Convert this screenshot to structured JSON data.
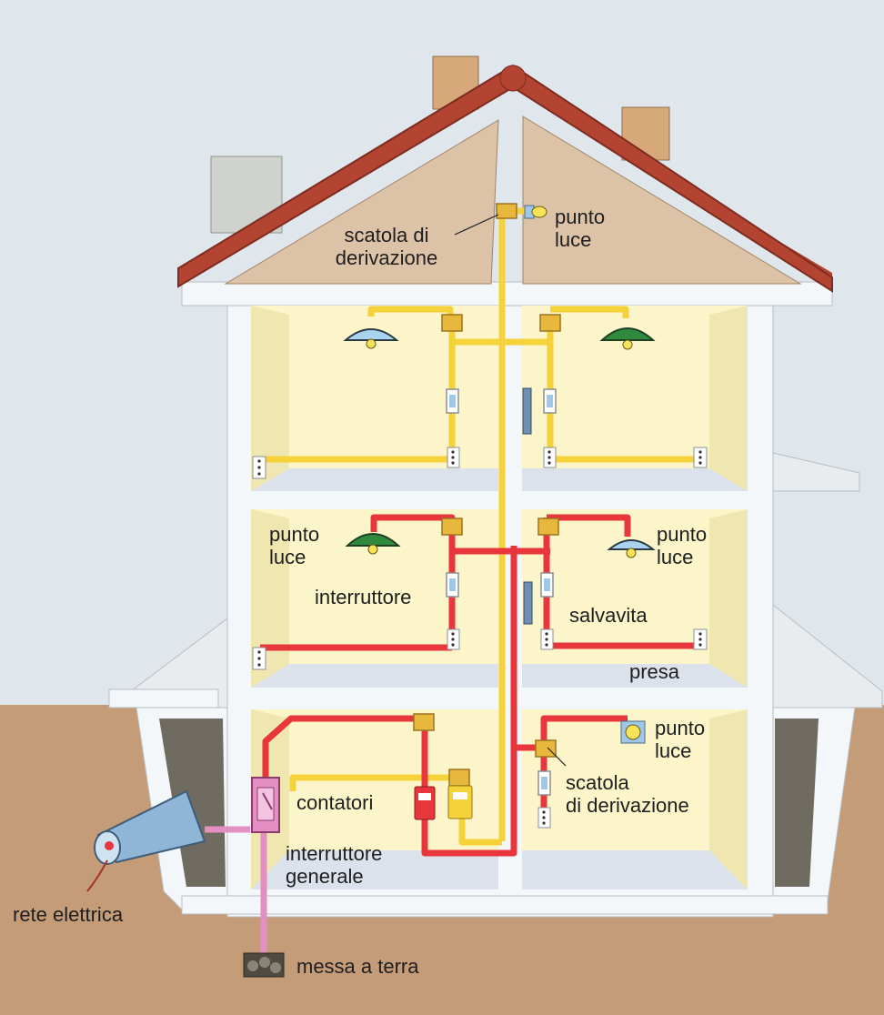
{
  "colors": {
    "sky": "#dfe7ec",
    "ground": "#c59c78",
    "attic": "#dcc3a8",
    "room_wall": "#fbf5c9",
    "room_floor": "#dce2ec",
    "structure": "#f4f7f9",
    "roof_tile": "#b24431",
    "wire_top_floor": "#f6d23a",
    "wire_middle_floor": "#e8373c",
    "grounding_wire": "#e48fc3",
    "junction_box": "#e8b83c"
  },
  "icons": {
    "lamp_blue": "ceiling-lamp-icon",
    "lamp_green": "ceiling-lamp-icon",
    "wall_light": "wall-light-icon",
    "switch": "switch-icon",
    "socket": "socket-icon",
    "junction_box": "junction-box-icon",
    "meter": "meter-icon",
    "main_switch": "main-switch-icon",
    "circuit_breaker": "circuit-breaker-icon",
    "ground_rod": "ground-rod-icon",
    "power_cable": "power-cable-icon"
  },
  "labels": {
    "attic_junction": "scatola di\nderivazione",
    "attic_light": "punto\nluce",
    "mid_left_light": "punto\nluce",
    "mid_right_light": "punto\nluce",
    "switch": "interruttore",
    "breaker": "salvavita",
    "socket": "presa",
    "basement_light": "punto\nluce",
    "basement_junction": "scatola\ndi derivazione",
    "meters": "contatori",
    "main_switch": "interruttore\ngenerale",
    "power_grid": "rete elettrica",
    "ground": "messa a terra"
  }
}
